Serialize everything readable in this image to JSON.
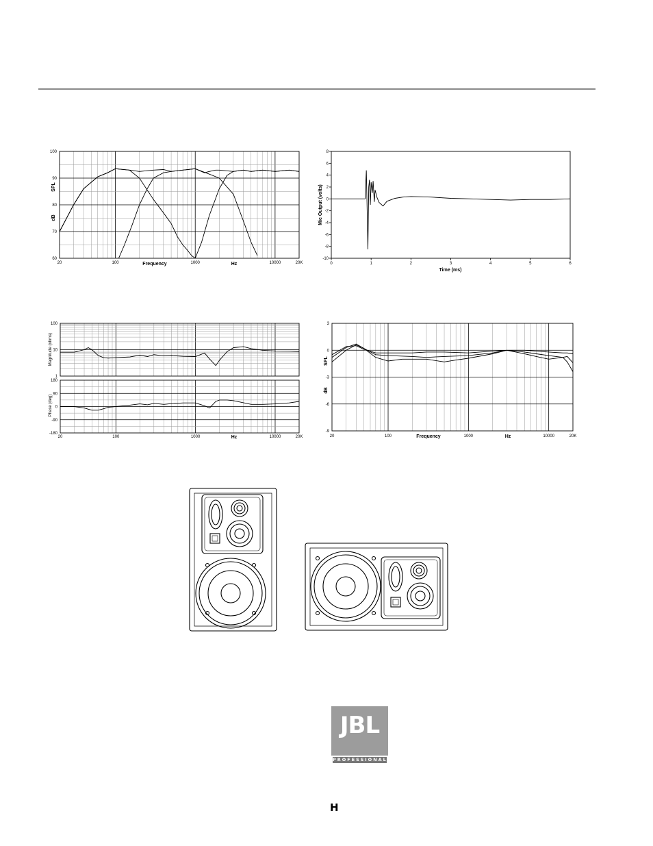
{
  "chart_data": [
    {
      "type": "line",
      "id": "spl",
      "xscale": "log",
      "xlim": [
        20,
        20000
      ],
      "ylim": [
        60,
        100
      ],
      "yticks": [
        "100",
        "90",
        "80",
        "70",
        "60"
      ],
      "xticks": [
        "20",
        "100",
        "1000",
        "10000",
        "20K"
      ],
      "xlabel_left": "Frequency",
      "xlabel_right": "Hz",
      "ylabel_top": "SPL",
      "ylabel_bottom": "dB",
      "series": [
        {
          "x": [
            20,
            30,
            40,
            60,
            80,
            100,
            150,
            200,
            300,
            400,
            500,
            700,
            1000,
            1300,
            1500,
            1800,
            2000,
            3000,
            4000,
            5000,
            7000,
            10000,
            15000,
            20000
          ],
          "y": [
            70,
            80,
            86,
            90.5,
            92,
            93.5,
            93,
            92.5,
            93,
            93.2,
            92.5,
            93,
            93.5,
            92,
            92.5,
            93,
            93,
            92.5,
            93,
            92.5,
            93,
            92.5,
            93,
            92.5
          ]
        },
        {
          "x": [
            20,
            30,
            40,
            60,
            80,
            100,
            150,
            200,
            300,
            400,
            500,
            600,
            700,
            800,
            900,
            1000
          ],
          "y": [
            70,
            80,
            86,
            90.5,
            92,
            93.5,
            93,
            90,
            82,
            77,
            73,
            68,
            65,
            63,
            61,
            60
          ]
        },
        {
          "x": [
            110,
            130,
            160,
            200,
            250,
            300,
            400,
            500,
            700,
            1000,
            1500,
            2000,
            3000,
            4000,
            5000,
            6000
          ],
          "y": [
            60,
            65,
            72,
            80,
            86,
            90,
            92,
            92.5,
            93,
            93.5,
            91.5,
            90,
            84,
            74,
            66,
            61
          ]
        },
        {
          "x": [
            1000,
            1200,
            1500,
            2000,
            2500,
            3000,
            4000,
            5000,
            7000,
            10000,
            15000,
            20000
          ],
          "y": [
            60,
            66,
            76,
            86,
            91,
            92.5,
            93,
            92.5,
            93,
            92.5,
            93,
            92.5
          ]
        }
      ]
    },
    {
      "type": "line",
      "id": "impulse",
      "xlim": [
        0,
        6
      ],
      "ylim": [
        -10,
        8
      ],
      "yticks": [
        "8",
        "6",
        "4",
        "2",
        "0",
        "-2",
        "-4",
        "-6",
        "-8",
        "-10"
      ],
      "xticks": [
        "0",
        "1",
        "2",
        "3",
        "4",
        "5",
        "6"
      ],
      "xlabel": "Time (ms)",
      "ylabel": "Mic Output (volts)",
      "series": [
        {
          "x": [
            0,
            0.85,
            0.88,
            0.9,
            0.92,
            0.94,
            0.96,
            0.98,
            1.0,
            1.03,
            1.05,
            1.08,
            1.1,
            1.15,
            1.2,
            1.3,
            1.4,
            1.6,
            1.8,
            2.0,
            2.5,
            3.0,
            3.5,
            4.0,
            4.5,
            5.0,
            5.5,
            6.0
          ],
          "y": [
            0,
            0,
            4.8,
            -2,
            -8.5,
            2,
            3.2,
            -1,
            2.8,
            1,
            3,
            -0.5,
            1.5,
            0.2,
            -0.6,
            -1.2,
            -0.4,
            0.1,
            0.3,
            0.4,
            0.3,
            0.1,
            0,
            -0.1,
            -0.2,
            -0.1,
            -0.1,
            0
          ]
        }
      ]
    },
    {
      "type": "line",
      "id": "impedance-magnitude",
      "xscale": "log",
      "yscale": "log",
      "xlim": [
        20,
        20000
      ],
      "ylim": [
        1,
        100
      ],
      "yticks": [
        "100",
        "10",
        "1"
      ],
      "ylabel": "Magnitude (ohms)",
      "series": [
        {
          "x": [
            20,
            30,
            40,
            45,
            50,
            60,
            70,
            80,
            100,
            150,
            200,
            250,
            300,
            400,
            500,
            700,
            1000,
            1300,
            1500,
            1800,
            2000,
            2500,
            3000,
            4000,
            5000,
            7000,
            10000,
            15000,
            20000
          ],
          "y": [
            8,
            8,
            10,
            12,
            10,
            6,
            5,
            4.8,
            5,
            5.3,
            6.2,
            5.5,
            6.5,
            5.8,
            6,
            5.6,
            5.5,
            7.5,
            4.5,
            2.5,
            4,
            8.5,
            12,
            13,
            11,
            9.5,
            9,
            8.8,
            8.5
          ]
        }
      ]
    },
    {
      "type": "line",
      "id": "impedance-phase",
      "xscale": "log",
      "xlim": [
        20,
        20000
      ],
      "ylim": [
        -180,
        180
      ],
      "yticks": [
        "180",
        "90",
        "0",
        "-90",
        "-180"
      ],
      "xticks": [
        "20",
        "100",
        "1000",
        "10000",
        "20K"
      ],
      "xlabel": "Hz",
      "ylabel": "Phase (deg)",
      "series": [
        {
          "x": [
            20,
            30,
            40,
            50,
            60,
            70,
            80,
            100,
            150,
            200,
            250,
            300,
            400,
            500,
            700,
            1000,
            1300,
            1500,
            1800,
            2000,
            2500,
            3000,
            5000,
            7000,
            10000,
            15000,
            20000
          ],
          "y": [
            0,
            0,
            -10,
            -25,
            -25,
            -15,
            -5,
            0,
            10,
            18,
            12,
            22,
            15,
            20,
            25,
            25,
            5,
            -10,
            35,
            45,
            45,
            40,
            15,
            15,
            18,
            25,
            35
          ]
        }
      ]
    },
    {
      "type": "line",
      "id": "off-axis",
      "xscale": "log",
      "xlim": [
        20,
        20000
      ],
      "ylim": [
        -9,
        3
      ],
      "yticks": [
        "3",
        "0",
        "-3",
        "-6",
        "-9"
      ],
      "xticks": [
        "20",
        "100",
        "1000",
        "10000",
        "20K"
      ],
      "xlabel_left": "Frequency",
      "xlabel_right": "Hz",
      "ylabel_top": "SPL",
      "ylabel_bottom": "dB",
      "series": [
        {
          "x": [
            20,
            30,
            40,
            50,
            70,
            100,
            200,
            300,
            500,
            1000,
            2000,
            3000,
            5000,
            7000,
            10000,
            15000,
            17000,
            20000
          ],
          "y": [
            -0.5,
            0.4,
            0.5,
            0.1,
            -0.3,
            -0.3,
            -0.3,
            -0.2,
            -0.2,
            -0.3,
            -0.1,
            0,
            0,
            -0.1,
            -0.2,
            -0.3,
            -0.3,
            -0.4
          ]
        },
        {
          "x": [
            20,
            30,
            40,
            50,
            70,
            100,
            200,
            300,
            500,
            1000,
            2000,
            3000,
            5000,
            7000,
            10000,
            15000,
            17000,
            20000
          ],
          "y": [
            -1.3,
            0,
            0.6,
            0.2,
            -0.5,
            -0.6,
            -0.7,
            -0.8,
            -0.7,
            -0.6,
            -0.3,
            0,
            -0.2,
            -0.4,
            -0.6,
            -0.8,
            -0.7,
            -1.4
          ]
        },
        {
          "x": [
            20,
            30,
            40,
            50,
            70,
            100,
            150,
            200,
            300,
            500,
            700,
            1000,
            2000,
            3000,
            5000,
            7000,
            10000,
            15000,
            17000,
            20000
          ],
          "y": [
            -0.8,
            0.3,
            0.7,
            0.2,
            -0.8,
            -1.2,
            -1.0,
            -1.0,
            -1.0,
            -1.3,
            -1.1,
            -0.9,
            -0.4,
            0,
            -0.4,
            -0.7,
            -1.0,
            -0.8,
            -1.3,
            -2.4
          ]
        }
      ]
    }
  ],
  "logo": {
    "mark": "JBL",
    "subtitle": "PROFESSIONAL"
  },
  "footer": {
    "mark": "H"
  }
}
